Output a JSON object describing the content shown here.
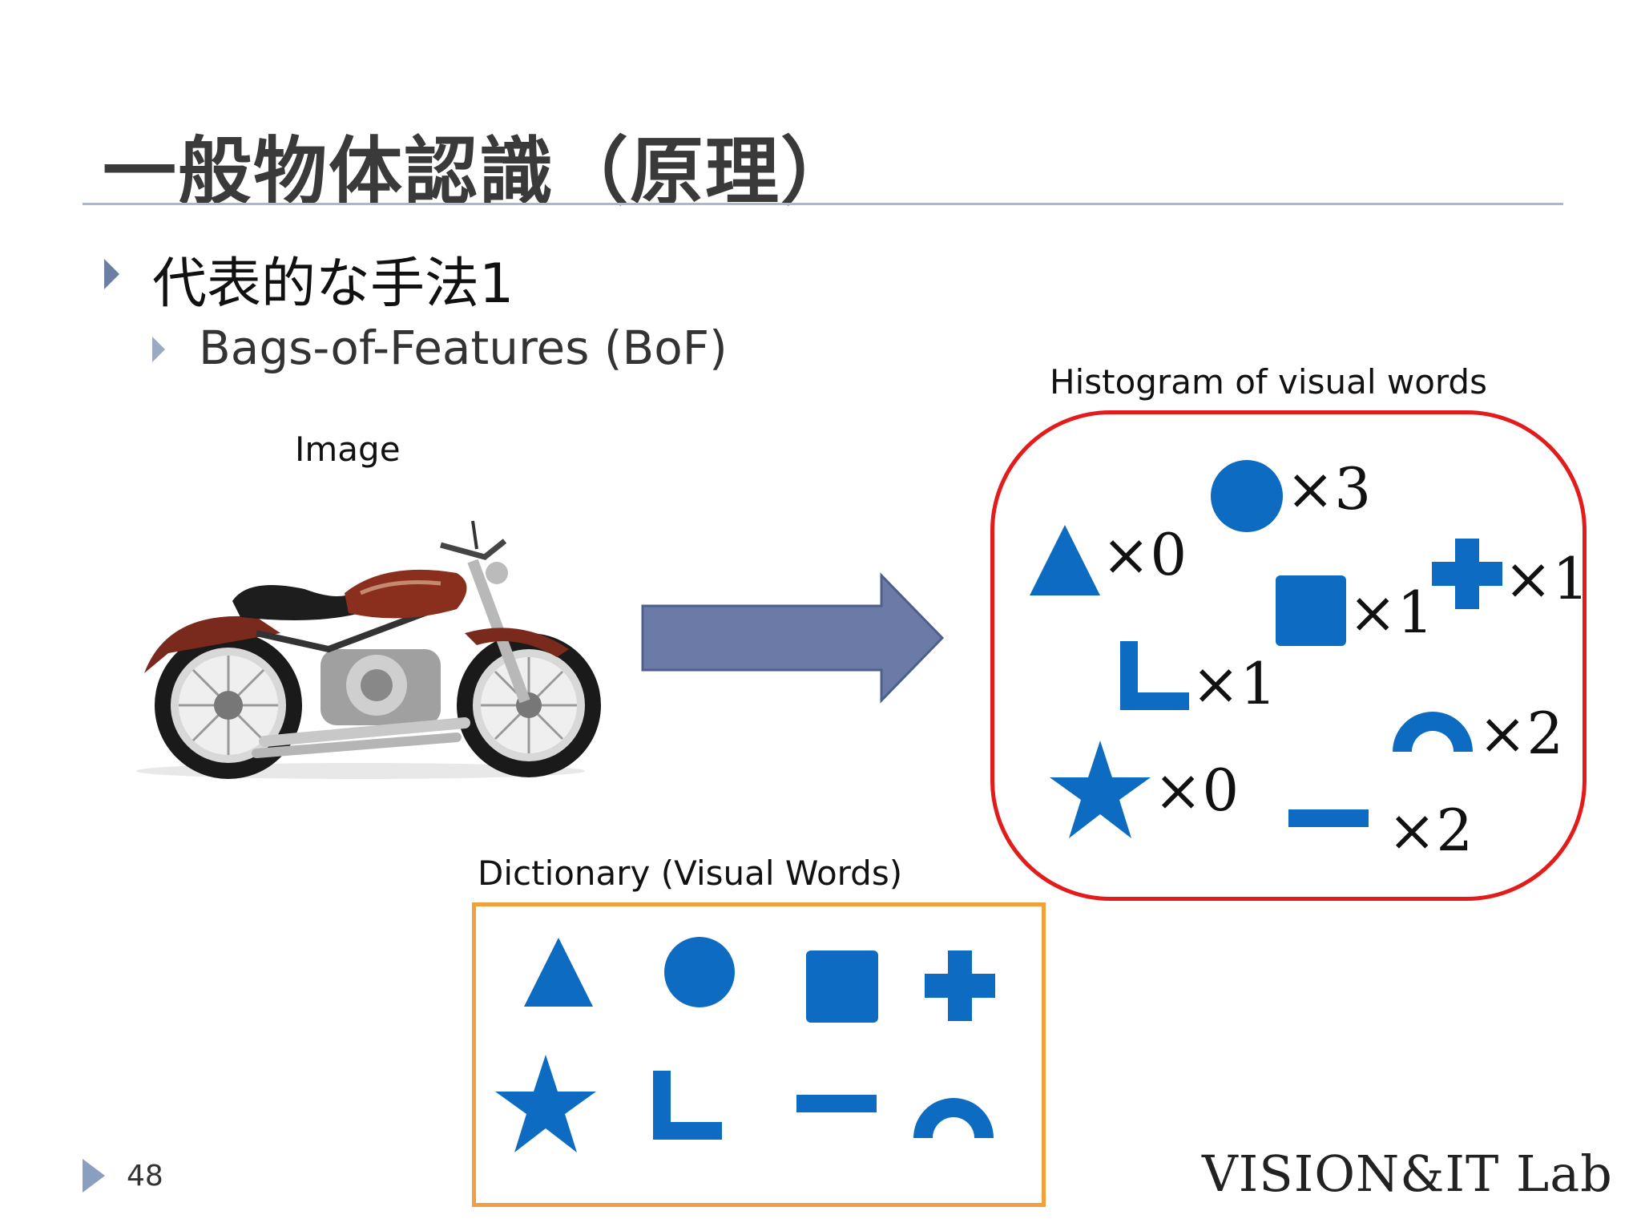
{
  "slide": {
    "title": "一般物体認識（原理）",
    "bullet_main": "代表的な手法1",
    "bullet_sub": "Bags-of-Features (BoF)",
    "page_number": "48",
    "logo": "VISION&IT Lab"
  },
  "image_panel": {
    "label": "Image"
  },
  "arrow": {
    "color": "#6b7aa6"
  },
  "histogram": {
    "label": "Histogram of visual words",
    "border_color": "#e31b1b",
    "counts": {
      "circle": "×3",
      "triangle": "×0",
      "plus": "×1",
      "square": "×1",
      "corner": "×1",
      "arc": "×2",
      "star": "×0",
      "dash": "×2"
    }
  },
  "dictionary": {
    "label": "Dictionary (Visual Words)",
    "border_color": "#f0a03c",
    "shape_color": "#0d6bc2",
    "words": [
      "triangle",
      "circle",
      "square",
      "plus",
      "star",
      "corner",
      "dash",
      "arc"
    ]
  }
}
